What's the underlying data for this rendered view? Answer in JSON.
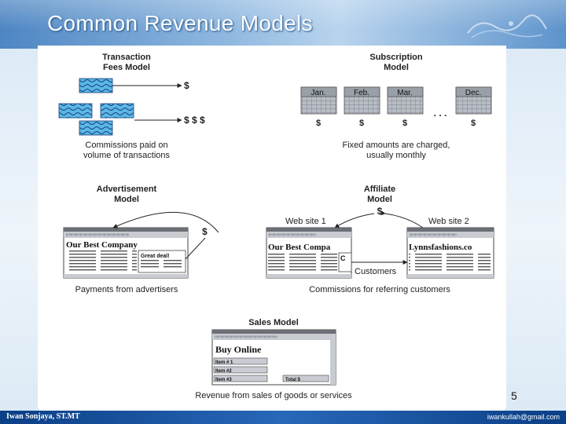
{
  "slide": {
    "title": "Common Revenue Models",
    "page_number": "5",
    "footer_left": "Iwan Sonjaya, ST.MT",
    "footer_right": "iwankullah@gmail.com"
  },
  "transaction": {
    "title_line1": "Transaction",
    "title_line2": "Fees Model",
    "single_price": "$",
    "multi_price": "$ $ $",
    "caption_line1": "Commissions paid on",
    "caption_line2": "volume of transactions"
  },
  "subscription": {
    "title_line1": "Subscription",
    "title_line2": "Model",
    "months": [
      "Jan.",
      "Feb.",
      "Mar.",
      "Dec."
    ],
    "price": "$",
    "ellipsis": ". . .",
    "caption_line1": "Fixed amounts are charged,",
    "caption_line2": "usually monthly"
  },
  "advertisement": {
    "title_line1": "Advertisement",
    "title_line2": "Model",
    "price": "$",
    "site_name": "Our Best Company",
    "ad_text": "Great deal!",
    "caption": "Payments from advertisers"
  },
  "affiliate": {
    "title_line1": "Affiliate",
    "title_line2": "Model",
    "price": "$",
    "site1_label": "Web site 1",
    "site2_label": "Web site 2",
    "site1_name": "Our Best Compa",
    "site1_extra": "C",
    "site2_name": "Lynnsfashions.co",
    "customers": "Customers",
    "caption": "Commissions for referring customers"
  },
  "sales": {
    "title": "Sales Model",
    "shop_name": "Buy Online",
    "items": [
      "Item # 1",
      "Item #2",
      "Item #3"
    ],
    "total": "Total $",
    "caption": "Revenue from sales of goods or services"
  }
}
